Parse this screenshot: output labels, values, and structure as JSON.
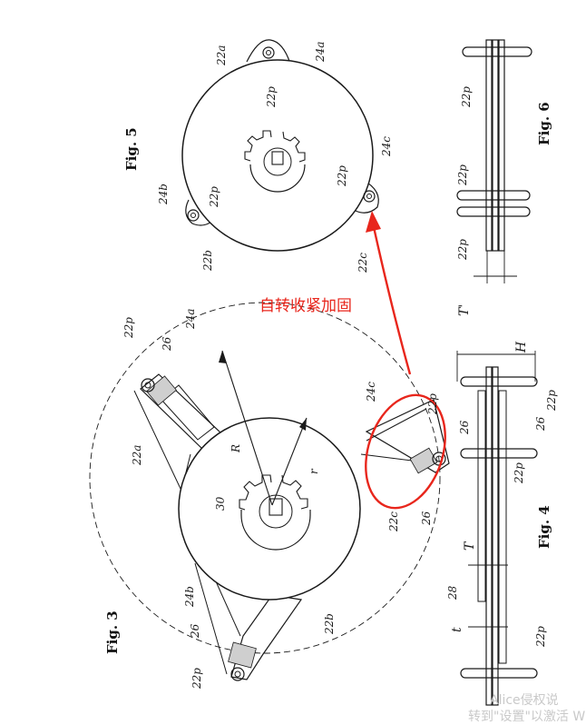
{
  "figures": {
    "fig3": "Fig. 3",
    "fig4": "Fig. 4",
    "fig5": "Fig. 5",
    "fig6": "Fig. 6"
  },
  "fig3_labels": {
    "l22p_top": "22p",
    "l26_top": "26",
    "l24a": "24a",
    "l22a": "22a",
    "lR": "R",
    "lr": "r",
    "l30": "30",
    "l24c": "24c",
    "l22p_right": "22p",
    "l22c": "22c",
    "l26_right": "26",
    "l24b": "24b",
    "l26_bottom": "26",
    "l22b": "22b",
    "l22p_bottom": "22p"
  },
  "fig5_labels": {
    "l22a": "22a",
    "l24a": "24a",
    "l22p_top": "22p",
    "l24c": "24c",
    "l22p_right": "22p",
    "l22c": "22c",
    "l24b": "24b",
    "l22p_left": "22p",
    "l22b": "22b"
  },
  "fig6_labels": {
    "l22p_1": "22p",
    "l22p_2": "22p",
    "l22p_3": "22p",
    "lT": "T'"
  },
  "fig4_labels": {
    "lH": "H",
    "l22p_a": "22p",
    "l26_a": "26",
    "l26_b": "26",
    "l22p_b": "22p",
    "l28": "28",
    "lT": "T",
    "lt": "t",
    "l22p_c": "22p"
  },
  "annotation": {
    "text": "自转收紧加固",
    "color": "#e8261c"
  },
  "watermark": {
    "line1": "Alice侵权说",
    "line2": "转到\"设置\"以激活 W"
  }
}
